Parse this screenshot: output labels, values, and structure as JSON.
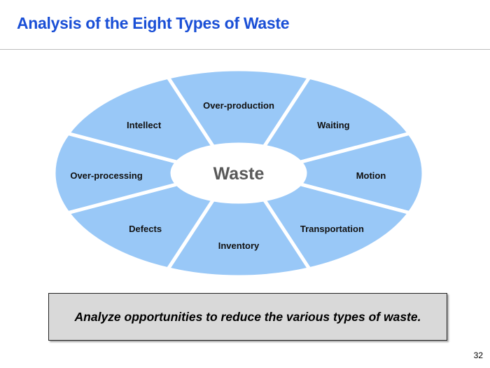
{
  "slide": {
    "title": "Analysis of the Eight Types of Waste",
    "page_number": "32"
  },
  "diagram": {
    "center": "Waste",
    "segments": [
      "Over-production",
      "Waiting",
      "Motion",
      "Transportation",
      "Inventory",
      "Defects",
      "Over-processing",
      "Intellect"
    ],
    "colors": {
      "segment_fill": "#99c8f7",
      "segment_border": "#ffffff",
      "center_fill": "#ffffff",
      "center_text": "#595959",
      "title_text": "#1a4fd6"
    }
  },
  "callout": {
    "text": "Analyze opportunities to reduce the various types of waste.",
    "background": "#d9d9d9"
  }
}
